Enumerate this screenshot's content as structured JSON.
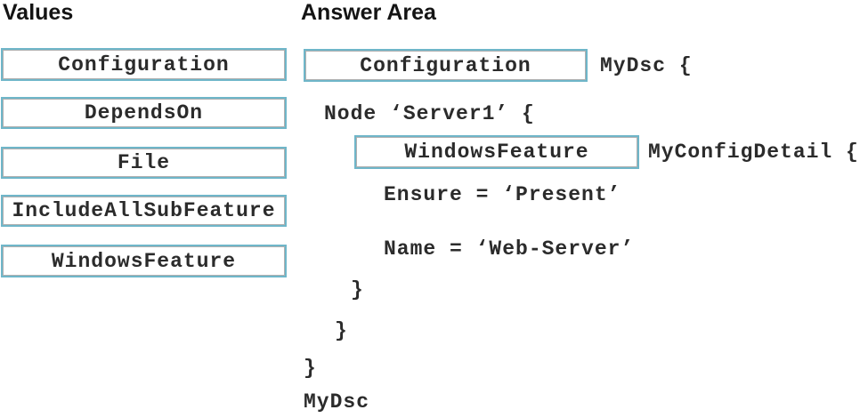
{
  "colors": {
    "background": "#ffffff",
    "box_border": "#6fb6c9",
    "box_inner_line": "#505050",
    "text": "#2b2b2b",
    "heading": "#141414"
  },
  "values_panel": {
    "title": "Values",
    "items": [
      {
        "label": "Configuration"
      },
      {
        "label": "DependsOn"
      },
      {
        "label": "File"
      },
      {
        "label": "IncludeAllSubFeature"
      },
      {
        "label": "WindowsFeature"
      }
    ]
  },
  "answer_area": {
    "title": "Answer Area",
    "line1_box": "Configuration",
    "line1_suffix": "MyDsc {",
    "line2": "Node ‘Server1’ {",
    "line3_box": "WindowsFeature",
    "line3_suffix": "MyConfigDetail {",
    "line4": "Ensure = ‘Present’",
    "line5": "Name = ‘Web-Server’",
    "close_brace_1": "}",
    "close_brace_2": "}",
    "close_brace_3": "}",
    "footer": "MyDsc"
  }
}
